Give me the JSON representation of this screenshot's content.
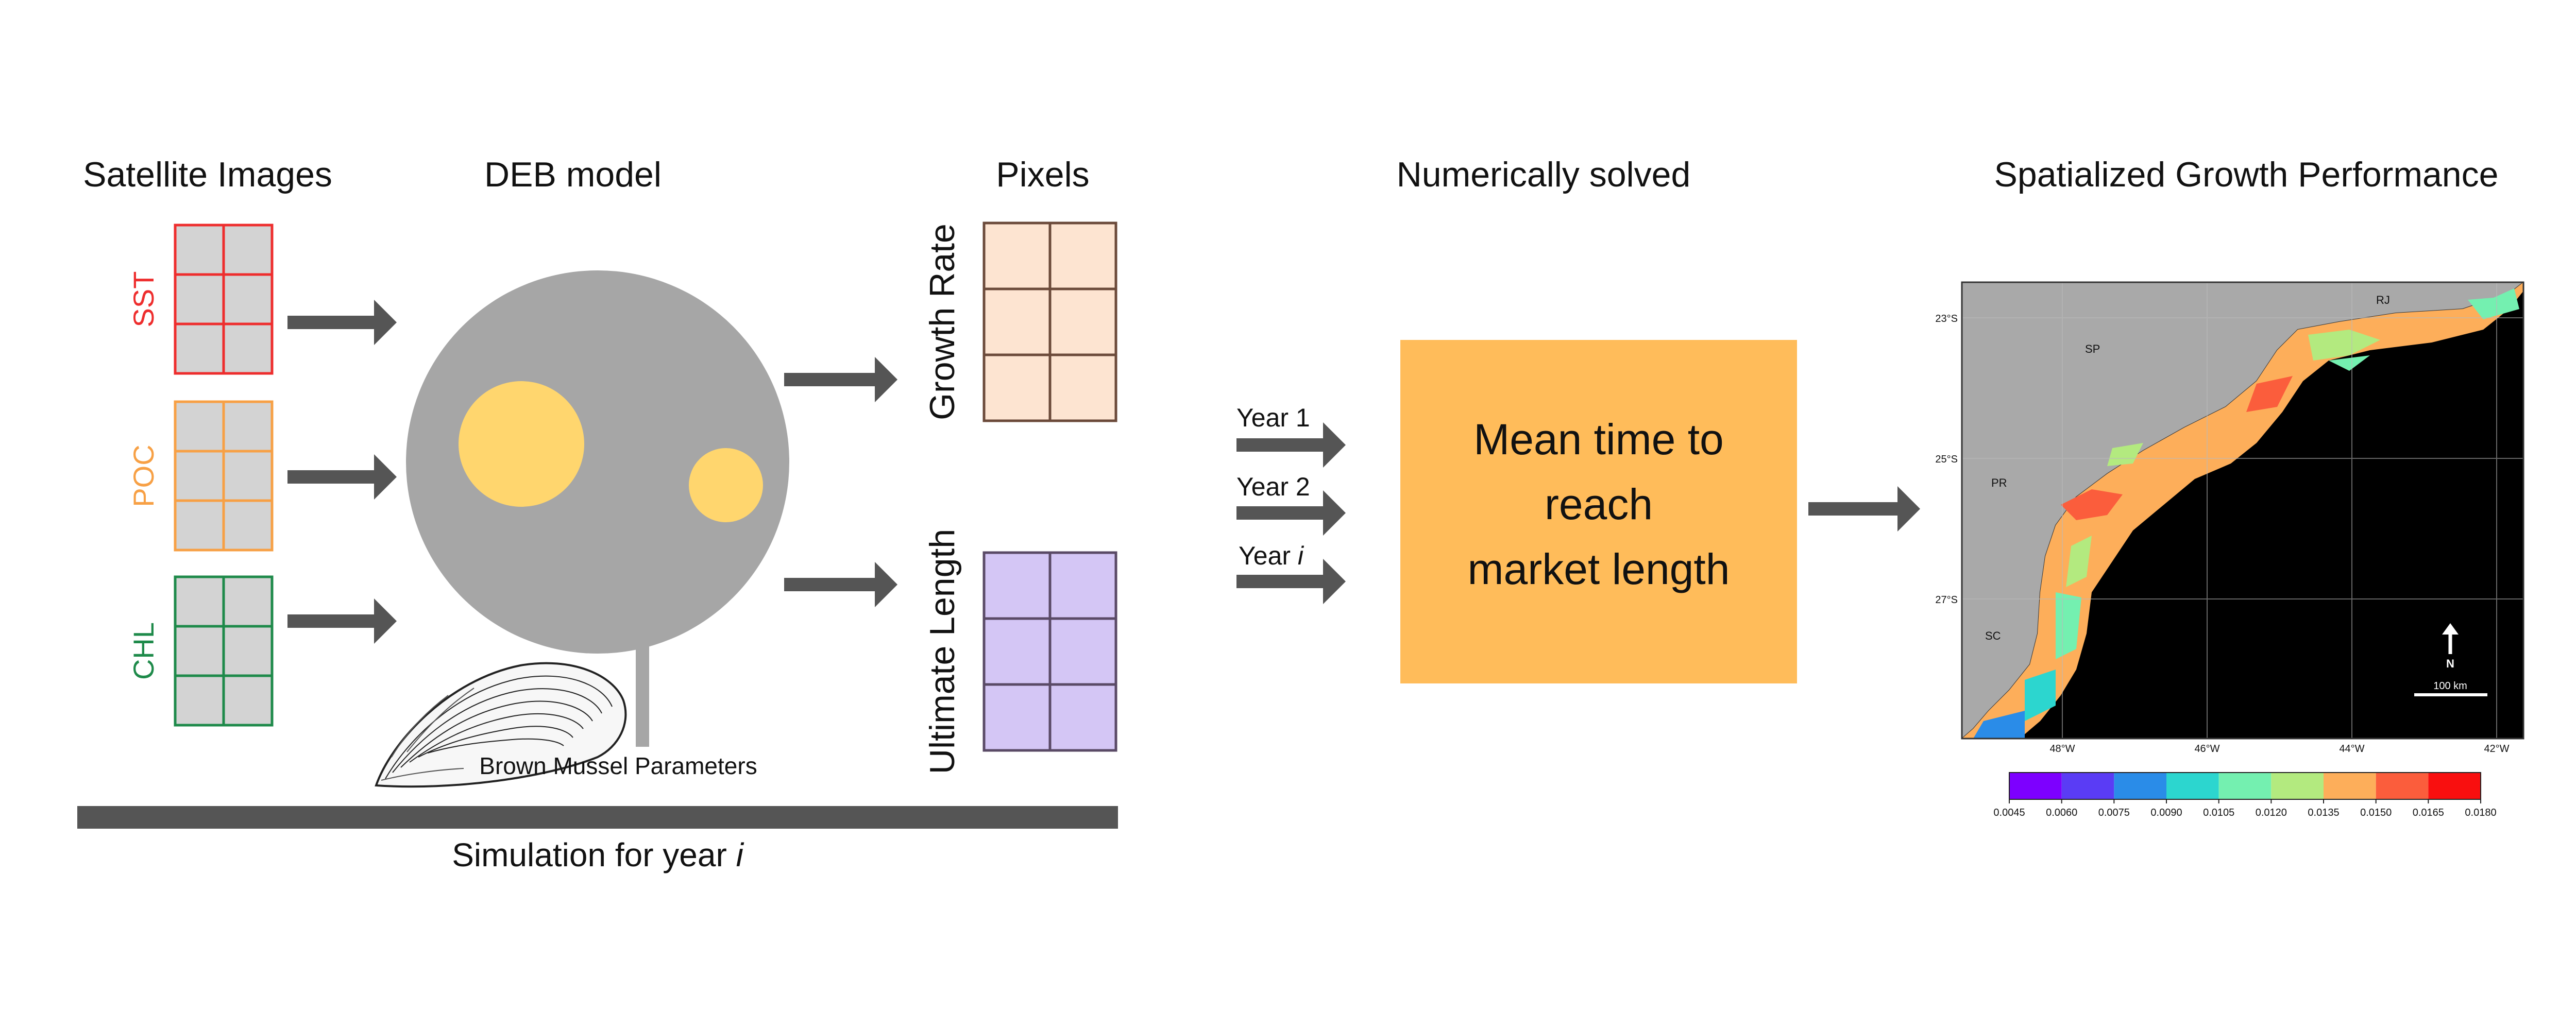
{
  "headers": {
    "satellite": "Satellite Images",
    "deb": "DEB model",
    "pixels": "Pixels",
    "numerical": "Numerically solved",
    "spatial": "Spatialized Growth Performance"
  },
  "inputs": {
    "sst": "SST",
    "poc": "POC",
    "chl": "CHL"
  },
  "colors": {
    "sst": "#ee2d2d",
    "poc": "#f7a045",
    "chl": "#1e8a4a",
    "arrow": "#555555",
    "deb_circle": "#a6a6a6",
    "yolk": "#ffd66e",
    "growth_grid": "#fde4d1",
    "length_grid": "#d4c6f5",
    "result_box": "#ffbc5a",
    "map_sea": "#000000",
    "map_land": "#a9a9a9"
  },
  "mussel_label": "Brown Mussel Parameters",
  "simulation": {
    "prefix": "Simulation for year ",
    "italic": "i"
  },
  "outputs": {
    "growth_rate": "Growth Rate",
    "ultimate_length": "Ultimate Length"
  },
  "years": {
    "year1": "Year 1",
    "year2": "Year 2",
    "yeari_prefix": "Year ",
    "yeari_italic": "i"
  },
  "result_box_lines": [
    "Mean time to",
    "reach",
    "market length"
  ],
  "map": {
    "lat_labels": [
      "23°S",
      "25°S",
      "27°S"
    ],
    "lon_labels": [
      "48°W",
      "46°W",
      "44°W",
      "42°W"
    ],
    "state_labels": [
      "RJ",
      "SP",
      "PR",
      "SC"
    ],
    "north_label": "N",
    "scale_label": "100 km"
  },
  "colorbar": {
    "ticks": [
      "0.0045",
      "0.0060",
      "0.0075",
      "0.0090",
      "0.0105",
      "0.0120",
      "0.0135",
      "0.0150",
      "0.0165",
      "0.0180"
    ],
    "colors": [
      "#7d00ff",
      "#5a3cf5",
      "#2a8ce8",
      "#2cd6cf",
      "#74f0b0",
      "#b3ea7f",
      "#fdae5a",
      "#fb5d3c",
      "#f90f0f"
    ]
  }
}
